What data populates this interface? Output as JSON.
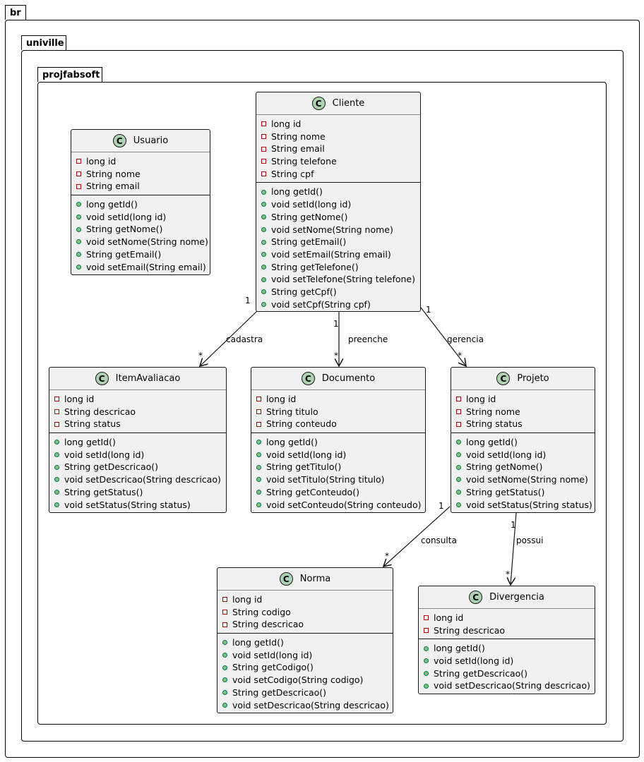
{
  "packages": [
    {
      "name": "br"
    },
    {
      "name": "univille"
    },
    {
      "name": "projfabsoft"
    }
  ],
  "classes": [
    {
      "name": "Usuario",
      "icon": "class-c-icon",
      "attributes": [
        "long id",
        "String nome",
        "String email"
      ],
      "methods": [
        "long getId()",
        "void setId(long id)",
        "String getNome()",
        "void setNome(String nome)",
        "String getEmail()",
        "void setEmail(String email)"
      ]
    },
    {
      "name": "Cliente",
      "icon": "class-c-icon",
      "attributes": [
        "long id",
        "String nome",
        "String email",
        "String telefone",
        "String cpf"
      ],
      "methods": [
        "long getId()",
        "void setId(long id)",
        "String getNome()",
        "void setNome(String nome)",
        "String getEmail()",
        "void setEmail(String email)",
        "String getTelefone()",
        "void setTelefone(String telefone)",
        "String getCpf()",
        "void setCpf(String cpf)"
      ]
    },
    {
      "name": "ItemAvaliacao",
      "icon": "class-c-icon",
      "attributes": [
        "long id",
        "String descricao",
        "String status"
      ],
      "methods": [
        "long getId()",
        "void setId(long id)",
        "String getDescricao()",
        "void setDescricao(String descricao)",
        "String getStatus()",
        "void setStatus(String status)"
      ]
    },
    {
      "name": "Documento",
      "icon": "class-c-icon",
      "attributes": [
        "long id",
        "String titulo",
        "String conteudo"
      ],
      "methods": [
        "long getId()",
        "void setId(long id)",
        "String getTitulo()",
        "void setTitulo(String titulo)",
        "String getConteudo()",
        "void setConteudo(String conteudo)"
      ]
    },
    {
      "name": "Projeto",
      "icon": "class-c-icon",
      "attributes": [
        "long id",
        "String nome",
        "String status"
      ],
      "methods": [
        "long getId()",
        "void setId(long id)",
        "String getNome()",
        "void setNome(String nome)",
        "String getStatus()",
        "void setStatus(String status)"
      ]
    },
    {
      "name": "Norma",
      "icon": "class-c-icon",
      "attributes": [
        "long id",
        "String codigo",
        "String descricao"
      ],
      "methods": [
        "long getId()",
        "void setId(long id)",
        "String getCodigo()",
        "void setCodigo(String codigo)",
        "String getDescricao()",
        "void setDescricao(String descricao)"
      ]
    },
    {
      "name": "Divergencia",
      "icon": "class-c-icon",
      "attributes": [
        "long id",
        "String descricao"
      ],
      "methods": [
        "long getId()",
        "void setId(long id)",
        "String getDescricao()",
        "void setDescricao(String descricao)"
      ]
    }
  ],
  "relations": [
    {
      "from": "Cliente",
      "to": "ItemAvaliacao",
      "label": "cadastra",
      "from_mult": "1",
      "to_mult": "*"
    },
    {
      "from": "Cliente",
      "to": "Documento",
      "label": "preenche",
      "from_mult": "1",
      "to_mult": "*"
    },
    {
      "from": "Cliente",
      "to": "Projeto",
      "label": "gerencia",
      "from_mult": "1",
      "to_mult": "*"
    },
    {
      "from": "Projeto",
      "to": "Norma",
      "label": "consulta",
      "from_mult": "1",
      "to_mult": "*"
    },
    {
      "from": "Projeto",
      "to": "Divergencia",
      "label": "possui",
      "from_mult": "1",
      "to_mult": "*"
    }
  ],
  "colors": {
    "class_fill": "#f1f1f1",
    "class_icon": "#add1b2",
    "private_marker": "#b00000",
    "public_marker": "#84be84"
  }
}
